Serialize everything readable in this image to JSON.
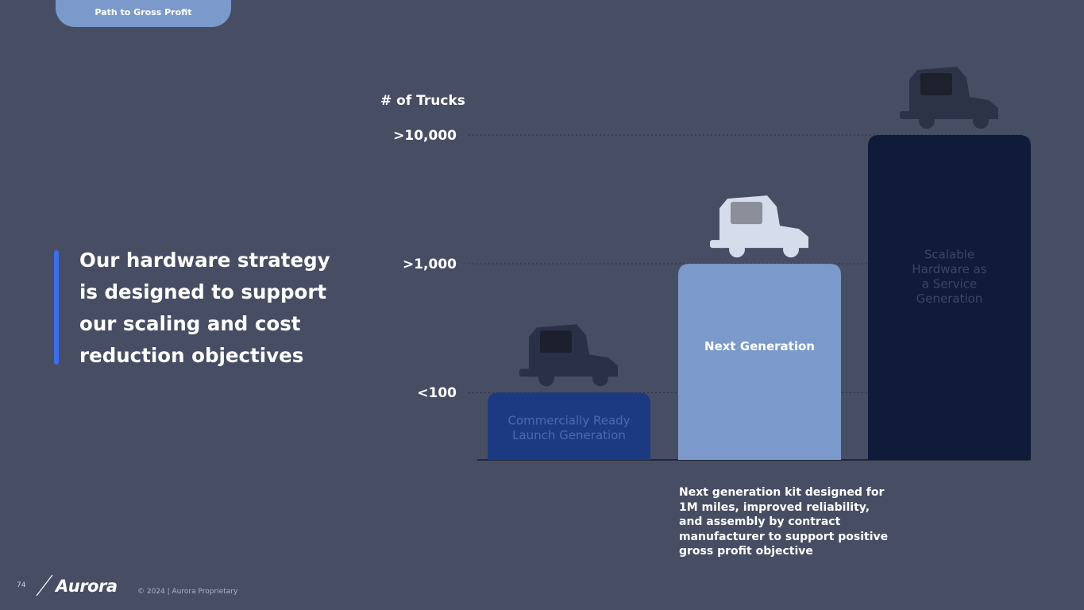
{
  "nav": {
    "tab_label": "Path to Gross Profit"
  },
  "headline": "Our hardware strategy\nis designed to support\nour scaling and cost\nreduction objectives",
  "note": "Next generation kit designed for\n1M miles, improved reliability,\nand assembly by contract\nmanufacturer to support positive\ngross profit objective",
  "footer": {
    "page_number": "74",
    "logo": "Aurora",
    "copyright": "© 2024 | Aurora Proprietary"
  },
  "colors": {
    "background": "#474e63",
    "accent": "#3a6df0",
    "bar_launch": "#1c3a82",
    "bar_next": "#7b9acb",
    "bar_scalable": "#0f1b38"
  },
  "chart_data": {
    "type": "bar",
    "ylabel": "# of Trucks",
    "y_ticks": [
      {
        "label": "<100",
        "value": 100
      },
      {
        "label": ">1,000",
        "value": 1000
      },
      {
        "label": ">10,000",
        "value": 10000
      }
    ],
    "categories": [
      "Commercially Ready\nLaunch Generation",
      "Next Generation",
      "Scalable\nHardware as\na Service\nGeneration"
    ],
    "values": [
      100,
      1000,
      10000
    ],
    "scale": "log",
    "ylim": [
      30,
      10000
    ],
    "gridlines": "dotted at tick values",
    "icons": [
      "truck-icon",
      "truck-icon",
      "truck-icon"
    ]
  }
}
